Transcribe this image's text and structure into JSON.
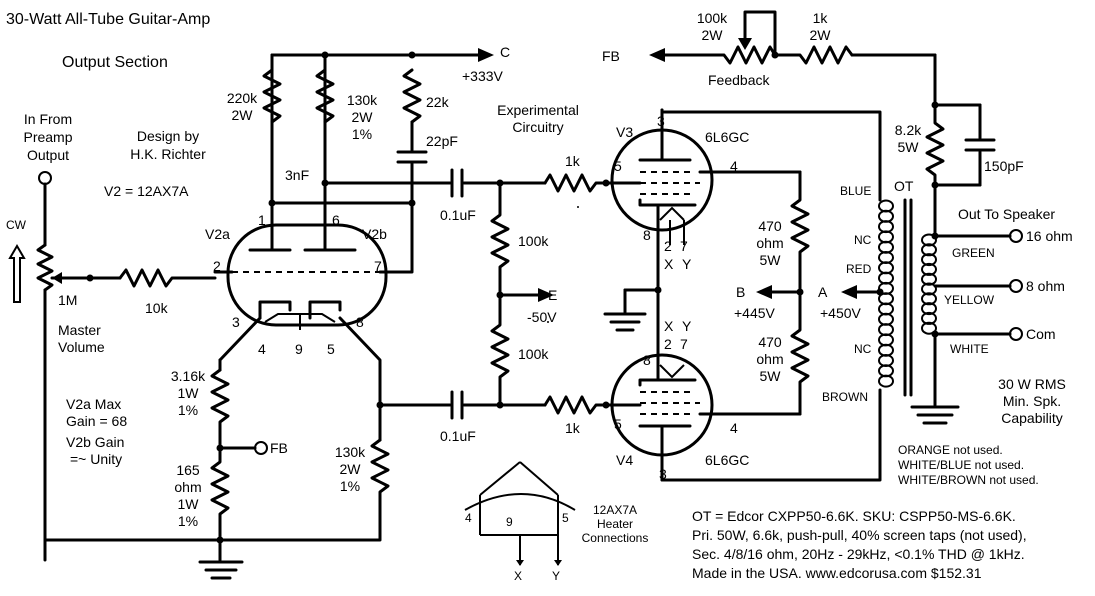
{
  "title": "30-Watt All-Tube Guitar-Amp",
  "subtitle": "Output Section",
  "input_label": [
    "In From",
    "Preamp",
    "Output"
  ],
  "design_by": [
    "Design by",
    "H.K. Richter"
  ],
  "v2_note": "V2 = 12AX7A",
  "gain_notes": [
    "V2a Max",
    "Gain = 68",
    "V2b  Gain",
    "=~ Unity"
  ],
  "pot": {
    "cw": "CW",
    "value": "1M",
    "name": [
      "Master",
      "Volume"
    ]
  },
  "resistors": {
    "r10k": "10k",
    "r220k": [
      "220k",
      "2W"
    ],
    "r130k_top": [
      "130k",
      "2W",
      "1%"
    ],
    "r22k": "22k",
    "r316k": [
      "3.16k",
      "1W",
      "1%"
    ],
    "r165": [
      "165",
      "ohm",
      "1W",
      "1%"
    ],
    "r130k_bot": [
      "130k",
      "2W",
      "1%"
    ],
    "r100k_a": "100k",
    "r100k_b": "100k",
    "r1k_a": "1k",
    "r1k_b": "1k",
    "r470_a": [
      "470",
      "ohm",
      "5W"
    ],
    "r470_b": [
      "470",
      "ohm",
      "5W"
    ],
    "r82k": [
      "8.2k",
      "5W"
    ],
    "fb_pot": [
      "100k",
      "2W"
    ],
    "fb_r": [
      "1k",
      "2W"
    ]
  },
  "capacitors": {
    "c3n": "3nF",
    "c22p": "22pF",
    "c01a": "0.1uF",
    "c01b": "0.1uF",
    "c150p": "150pF"
  },
  "experimental": [
    "Experimental",
    "Circuitry"
  ],
  "feedback": "Feedback",
  "nodes": {
    "c": "C",
    "c_volt": "+333V",
    "e": "E",
    "e_volt": "-50V",
    "b": "B",
    "b_volt": "+445V",
    "a": "A",
    "a_volt": "+450V",
    "fb1": "FB",
    "fb2": "FB"
  },
  "tubes": {
    "v2a": "V2a",
    "v2b": "V2b",
    "v3": "V3",
    "v4": "V4",
    "v3_type": "6L6GC",
    "v4_type": "6L6GC"
  },
  "pins": {
    "v2_1": "1",
    "v2_6": "6",
    "v2_2": "2",
    "v2_7": "7",
    "v2_3": "3",
    "v2_8": "8",
    "v2_4": "4",
    "v2_9": "9",
    "v2_5": "5",
    "v3_3": "3",
    "v3_5": "5",
    "v3_4": "4",
    "v3_8": "8",
    "v3_2": "2",
    "v3_7": "7",
    "v3_x": "X",
    "v3_y": "Y",
    "v4_3": "3",
    "v4_5": "5",
    "v4_4": "4",
    "v4_8": "8",
    "v4_2": "2",
    "v4_7": "7",
    "v4_x": "X",
    "v4_y": "Y"
  },
  "transformer": {
    "name": "OT",
    "blue": "BLUE",
    "nc1": "NC",
    "red": "RED",
    "nc2": "NC",
    "brown": "BROWN",
    "green": "GREEN",
    "yellow": "YELLOW",
    "white": "WHITE"
  },
  "speaker": {
    "heading": "Out To Speaker",
    "t16": "16 ohm",
    "t8": "8 ohm",
    "com": "Com",
    "rating": [
      "30 W RMS",
      "Min. Spk.",
      "Capability"
    ]
  },
  "unused": [
    "ORANGE not used.",
    "WHITE/BLUE not used.",
    "WHITE/BROWN not used."
  ],
  "heater": {
    "p4": "4",
    "p9": "9",
    "p5": "5",
    "x": "X",
    "y": "Y",
    "caption": [
      "12AX7A",
      "Heater",
      "Connections"
    ]
  },
  "ot_notes": [
    "OT = Edcor CXPP50-6.6K.  SKU:  CSPP50-MS-6.6K.",
    "Pri. 50W, 6.6k, push-pull, 40% screen taps (not used),",
    "Sec. 4/8/16 ohm, 20Hz - 29kHz, <0.1% THD @ 1kHz.",
    "Made in the USA.     www.edcorusa.com     $152.31"
  ]
}
